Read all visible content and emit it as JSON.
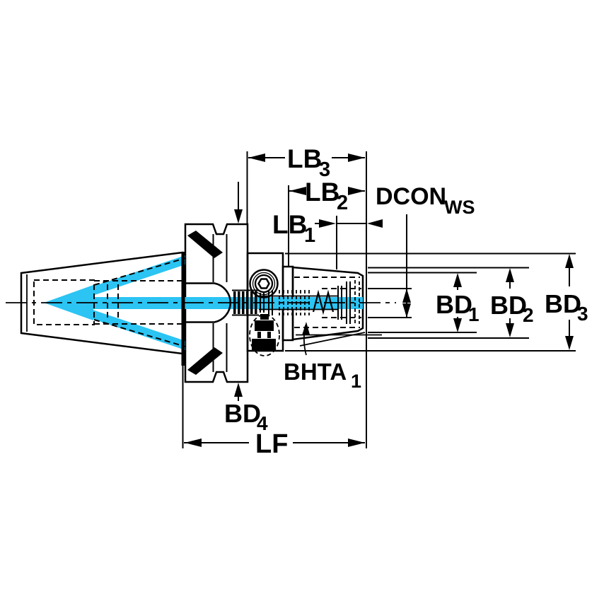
{
  "drawing": {
    "background": "#ffffff",
    "colors": {
      "part_fill": "#b9c6ce",
      "coolant": "#2bc4f3",
      "line": "#000000"
    },
    "labels": {
      "lb3": {
        "main": "LB",
        "sub": "3"
      },
      "lb2": {
        "main": "LB",
        "sub": "2"
      },
      "lb1": {
        "main": "LB",
        "sub": "1"
      },
      "dcon_ws": {
        "main": "DCON",
        "sub": "WS"
      },
      "bd1": {
        "main": "BD",
        "sub": "1"
      },
      "bd2": {
        "main": "BD",
        "sub": "2"
      },
      "bd3": {
        "main": "BD",
        "sub": "3"
      },
      "bd4": {
        "main": "BD",
        "sub": "4"
      },
      "bhta1": {
        "main": "BHTA",
        "sub": "1"
      },
      "lf": {
        "main": "LF",
        "sub": ""
      }
    }
  }
}
